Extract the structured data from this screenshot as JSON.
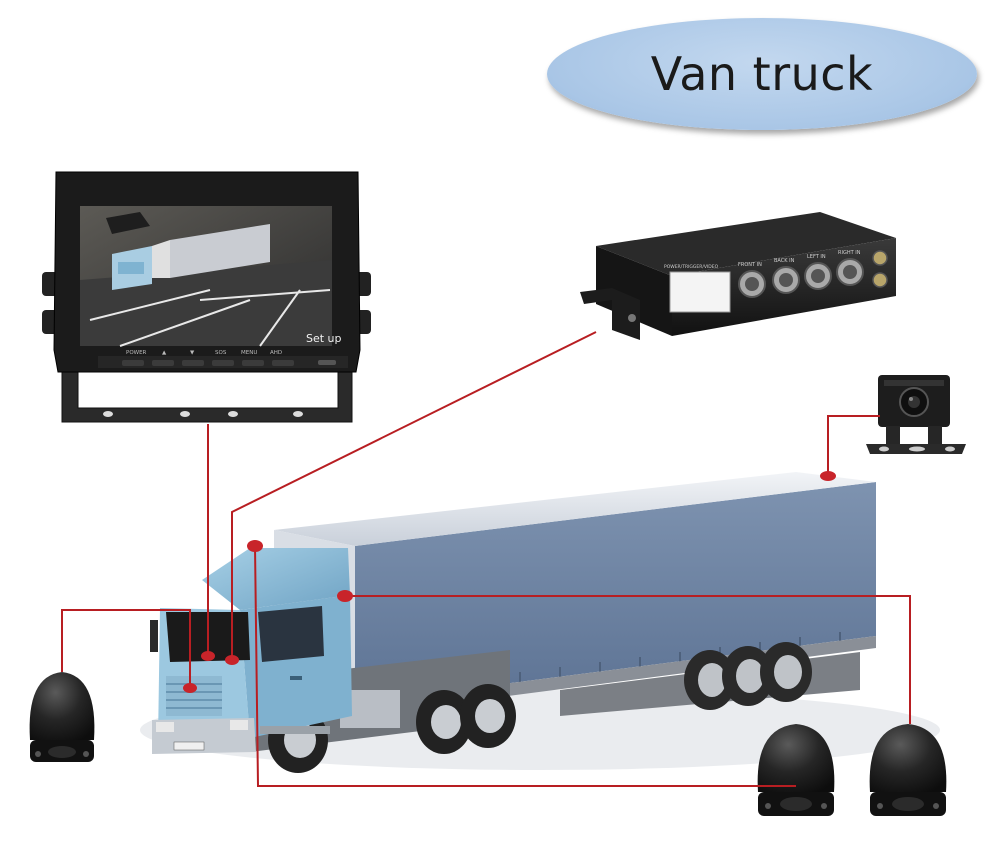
{
  "title": "Van truck",
  "monitor": {
    "screen_label": "Set up",
    "buttons": [
      "POWER",
      "▲",
      "▼",
      "SOS",
      "MENU",
      "AHD"
    ]
  },
  "control_box": {
    "ports": [
      "FRONT IN",
      "BACK IN",
      "LEFT IN",
      "RIGHT IN"
    ],
    "connector_label": "POWER/TRIGGER/VIDEO"
  },
  "colors": {
    "wire": "#b81e22",
    "cab": "#8fbcd6",
    "trailer_side": "#6f86a5",
    "trailer_top": "#e4e8ee",
    "title_bg": "#a9c6e6"
  }
}
